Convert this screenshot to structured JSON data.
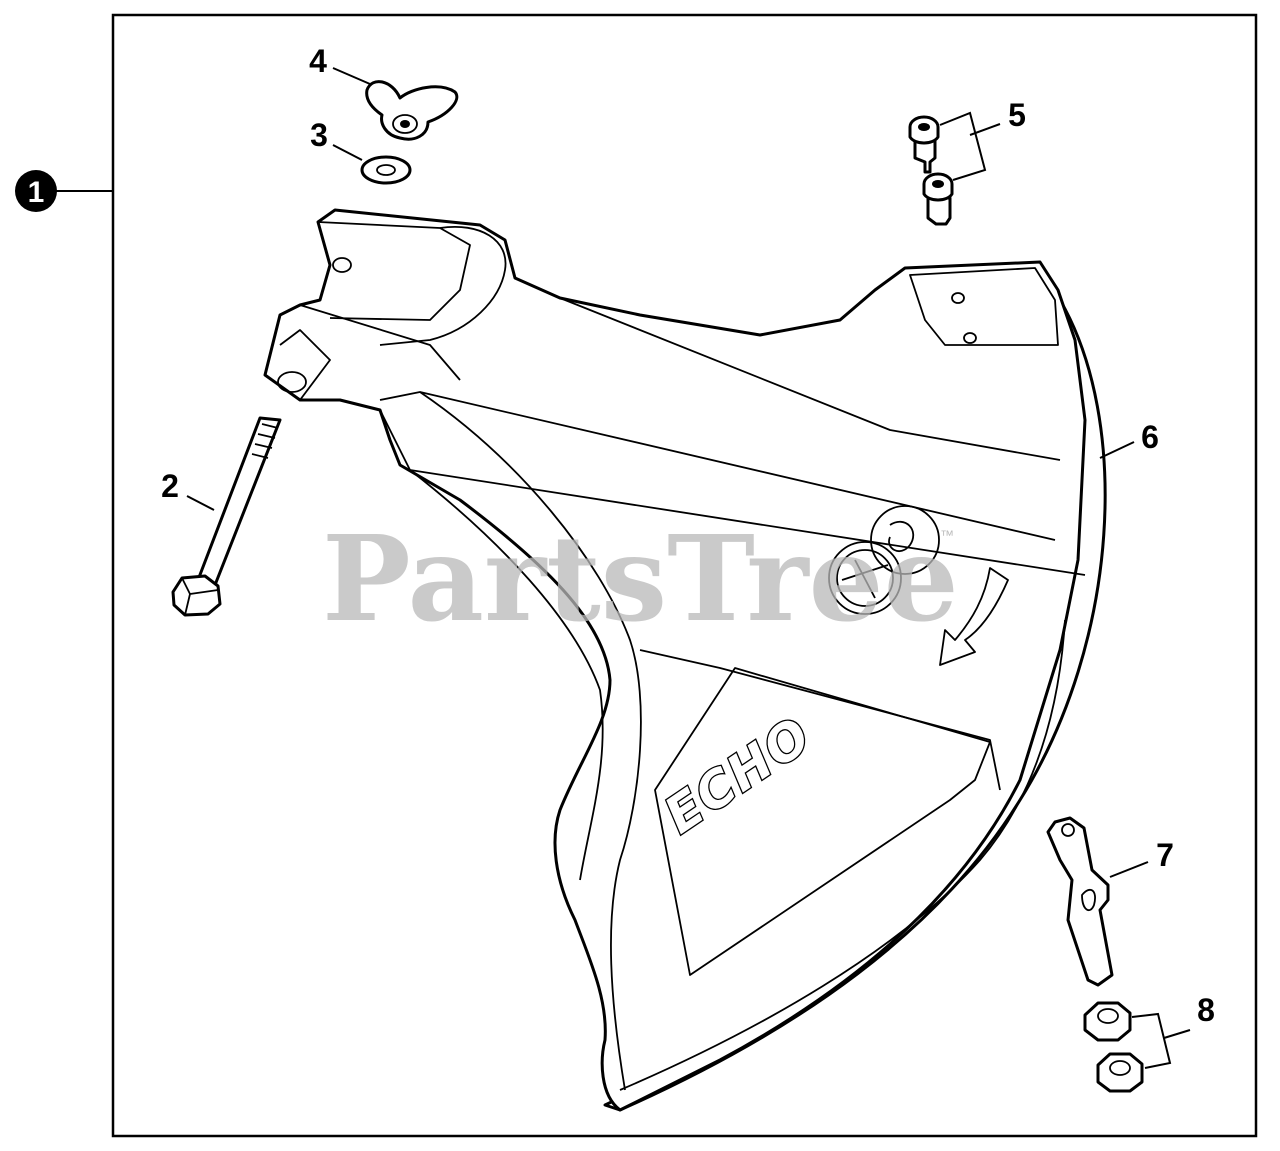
{
  "diagram": {
    "assembly_callout": "1",
    "watermark": "PartsTree",
    "watermark_mark": "™",
    "brand_on_guard": "ECHO",
    "callouts": [
      {
        "id": "2",
        "part": "bolt"
      },
      {
        "id": "3",
        "part": "washer"
      },
      {
        "id": "4",
        "part": "wing-nut"
      },
      {
        "id": "5",
        "part": "screws"
      },
      {
        "id": "6",
        "part": "guard"
      },
      {
        "id": "7",
        "part": "blade-bracket"
      },
      {
        "id": "8",
        "part": "nuts"
      }
    ]
  }
}
